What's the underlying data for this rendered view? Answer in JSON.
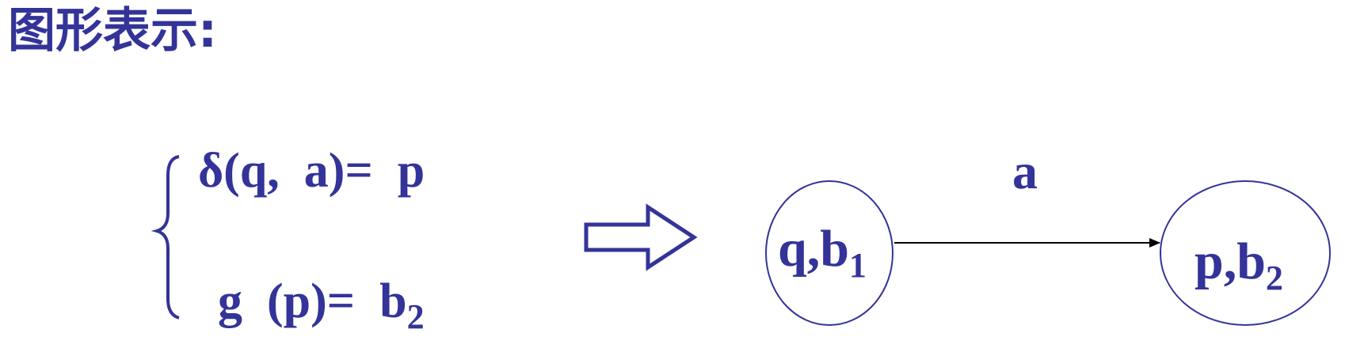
{
  "title": "图形表示:",
  "equations": {
    "line1": "δ(q,  a)=  p",
    "line2_main": "g  (p)=  b",
    "line2_sub": "2"
  },
  "nodes": [
    {
      "main": "q,b",
      "sub": "1"
    },
    {
      "main": "p,b",
      "sub": "2"
    }
  ],
  "edge": {
    "label": "a"
  },
  "colors": {
    "text": "#333399",
    "arrow": "#000000"
  }
}
